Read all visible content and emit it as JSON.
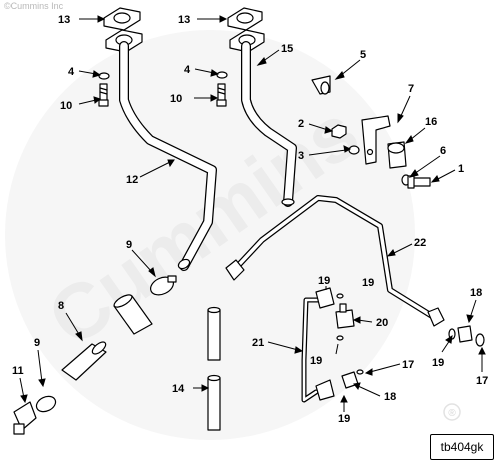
{
  "copyright": "©Cummins Inc",
  "watermark": {
    "brand": "Cummins",
    "registered": "®",
    "color": "#ececec"
  },
  "figure_id": "tb404gk",
  "callouts": {
    "c13a": "13",
    "c13b": "13",
    "c15": "15",
    "c5": "5",
    "c4a": "4",
    "c4b": "4",
    "c10a": "10",
    "c10b": "10",
    "c7": "7",
    "c2": "2",
    "c16": "16",
    "c3": "3",
    "c6": "6",
    "c1": "1",
    "c12": "12",
    "c22": "22",
    "c9a": "9",
    "c19a": "19",
    "c19b": "19",
    "c8": "8",
    "c20": "20",
    "c18a": "18",
    "c21": "21",
    "c19c": "19",
    "c17a": "17",
    "c19d": "19",
    "c17b": "17",
    "c9b": "9",
    "c11": "11",
    "c14": "14",
    "c18b": "18",
    "c19e": "19"
  }
}
